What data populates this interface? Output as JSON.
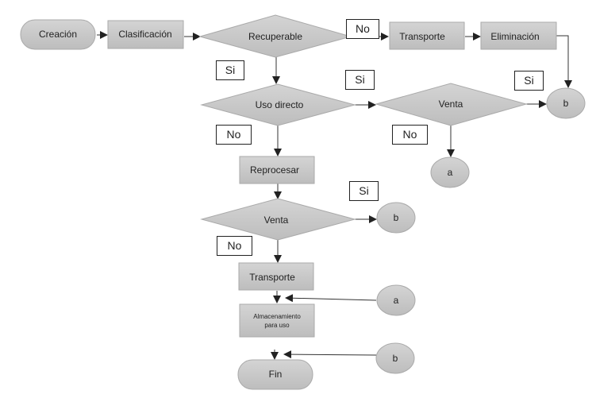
{
  "nodes": {
    "creacion": "Creación",
    "clasificacion": "Clasificación",
    "recuperable": "Recuperable",
    "transporte_top": "Transporte",
    "eliminacion": "Eliminación",
    "uso_directo": "Uso directo",
    "venta_right": "Venta",
    "b_top": "b",
    "a_mid": "a",
    "reprocesar": "Reprocesar",
    "venta_mid": "Venta",
    "b_mid": "b",
    "transporte_bottom": "Transporte",
    "a_bottom": "a",
    "almacenamiento_line1": "Almacenamiento",
    "almacenamiento_line2": "para uso",
    "b_bottom": "b",
    "fin": "Fin"
  },
  "labels": {
    "no_recuperable": "No",
    "si_recuperable": "Si",
    "si_uso_directo": "Si",
    "si_venta_right": "Si",
    "no_uso_directo": "No",
    "no_venta_right": "No",
    "si_venta_mid": "Si",
    "no_venta_mid": "No"
  },
  "colors": {
    "fill": "#c8c8c8",
    "stroke": "#999999",
    "line": "#222222"
  }
}
